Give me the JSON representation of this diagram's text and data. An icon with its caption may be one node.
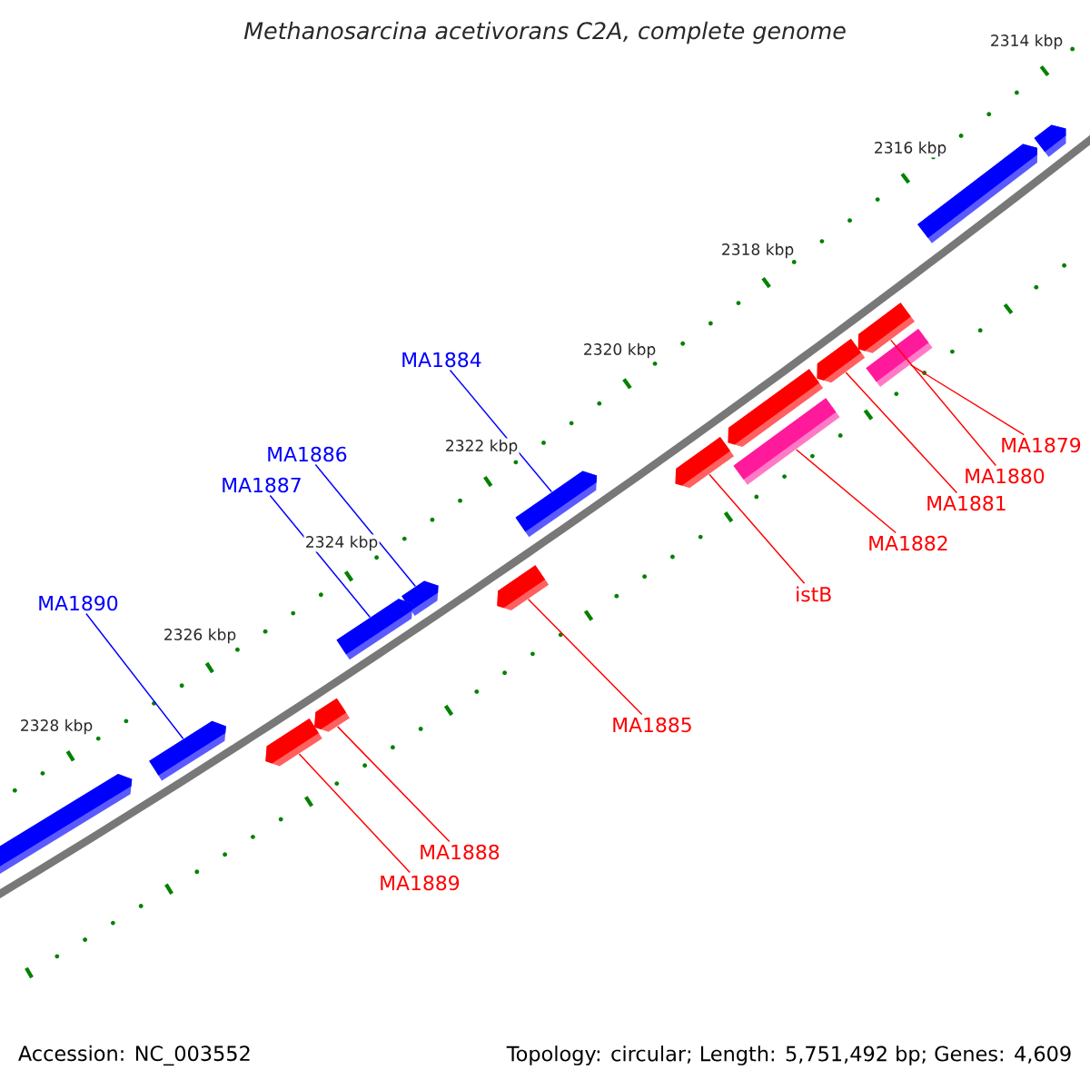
{
  "diagram": {
    "title": "Methanosarcina acetivorans C2A, complete genome",
    "nodes": [
      {
        "text": [],
        "shape": "pentagon"
      },
      {
        "text": [],
        "shape": "pentagon"
      },
      {
        "text": [],
        "shape": "pentagon"
      },
      {
        "text": [],
        "shape": "box"
      },
      {
        "text": [],
        "shape": "pentagon"
      },
      {
        "text": [
          "MA1884"
        ]
      },
      {
        "text": [],
        "shape": "pentagon"
      },
      {
        "text": [],
        "shape": "box"
      },
      {
        "text": [
          "MA1879"
        ]
      },
      {
        "text": [
          "MA1886"
        ]
      },
      {
        "text": [],
        "shape": "pentagon"
      },
      {
        "text": [
          "MA1880"
        ]
      },
      {
        "text": [
          "MA1887"
        ]
      },
      {
        "text": [],
        "shape": "pentagon"
      },
      {
        "text": [
          "MA1881"
        ]
      },
      {
        "text": [
          "MA1882"
        ]
      },
      {
        "text": [],
        "shape": "pentagon"
      },
      {
        "text": [
          "istB"
        ]
      },
      {
        "text": [],
        "shape": "pentagon"
      },
      {
        "text": [
          "MA1890"
        ]
      },
      {
        "text": [],
        "shape": "pentagon"
      },
      {
        "text": [],
        "shape": "pentagon"
      },
      {
        "text": [
          "MA1885"
        ]
      },
      {
        "text": [],
        "shape": "pentagon"
      },
      {
        "text": [],
        "shape": "pentagon"
      },
      {
        "text": [],
        "shape": "pentagon"
      },
      {
        "text": [
          "MA1888"
        ]
      },
      {
        "text": [
          "MA1889"
        ]
      }
    ],
    "edges": [
      {
        "from": 5,
        "to": 13,
        "arrow": "none",
        "color": "#0000ff"
      },
      {
        "from": 9,
        "to": 18,
        "arrow": "none",
        "color": "#0000ff"
      },
      {
        "from": 12,
        "to": 20,
        "arrow": "none",
        "color": "#0000ff"
      },
      {
        "from": 19,
        "to": 23,
        "arrow": "none",
        "color": "#0000ff"
      },
      {
        "from": 8,
        "to": 3,
        "arrow": "none"
      },
      {
        "from": 11,
        "to": 2,
        "arrow": "none"
      },
      {
        "from": 14,
        "to": 4,
        "arrow": "none"
      },
      {
        "from": 15,
        "to": 7,
        "arrow": "none"
      },
      {
        "from": 17,
        "to": 10,
        "arrow": "none"
      },
      {
        "from": 22,
        "to": 16,
        "arrow": "none"
      },
      {
        "from": 26,
        "to": 21,
        "arrow": "none"
      },
      {
        "from": 27,
        "to": 24,
        "arrow": "none"
      }
    ],
    "labels": [
      "2314 kbp",
      "2316 kbp",
      "2318 kbp",
      "2320 kbp",
      "2322 kbp",
      "2324 kbp",
      "2326 kbp",
      "2328 kbp",
      "Accession: NC_003552",
      "Topology: circular; Length: 5,751,492 bp; Genes: 4,609"
    ]
  }
}
